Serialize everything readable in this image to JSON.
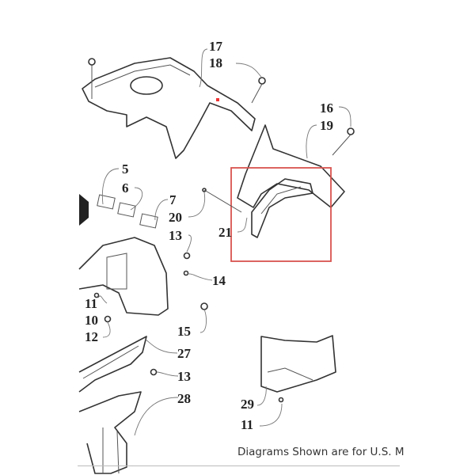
{
  "diagram": {
    "callouts": {
      "c17": "17",
      "c18": "18",
      "c16": "16",
      "c19": "19",
      "c5": "5",
      "c6": "6",
      "c7": "7",
      "c20": "20",
      "c21": "21",
      "c13a": "13",
      "c14": "14",
      "c11a": "11",
      "c10": "10",
      "c12": "12",
      "c15": "15",
      "c27": "27",
      "c13b": "13",
      "c28": "28",
      "c29": "29",
      "c11b": "11"
    },
    "highlight_color": "#d9534f",
    "caption": "Diagrams Shown are for U.S. M"
  }
}
